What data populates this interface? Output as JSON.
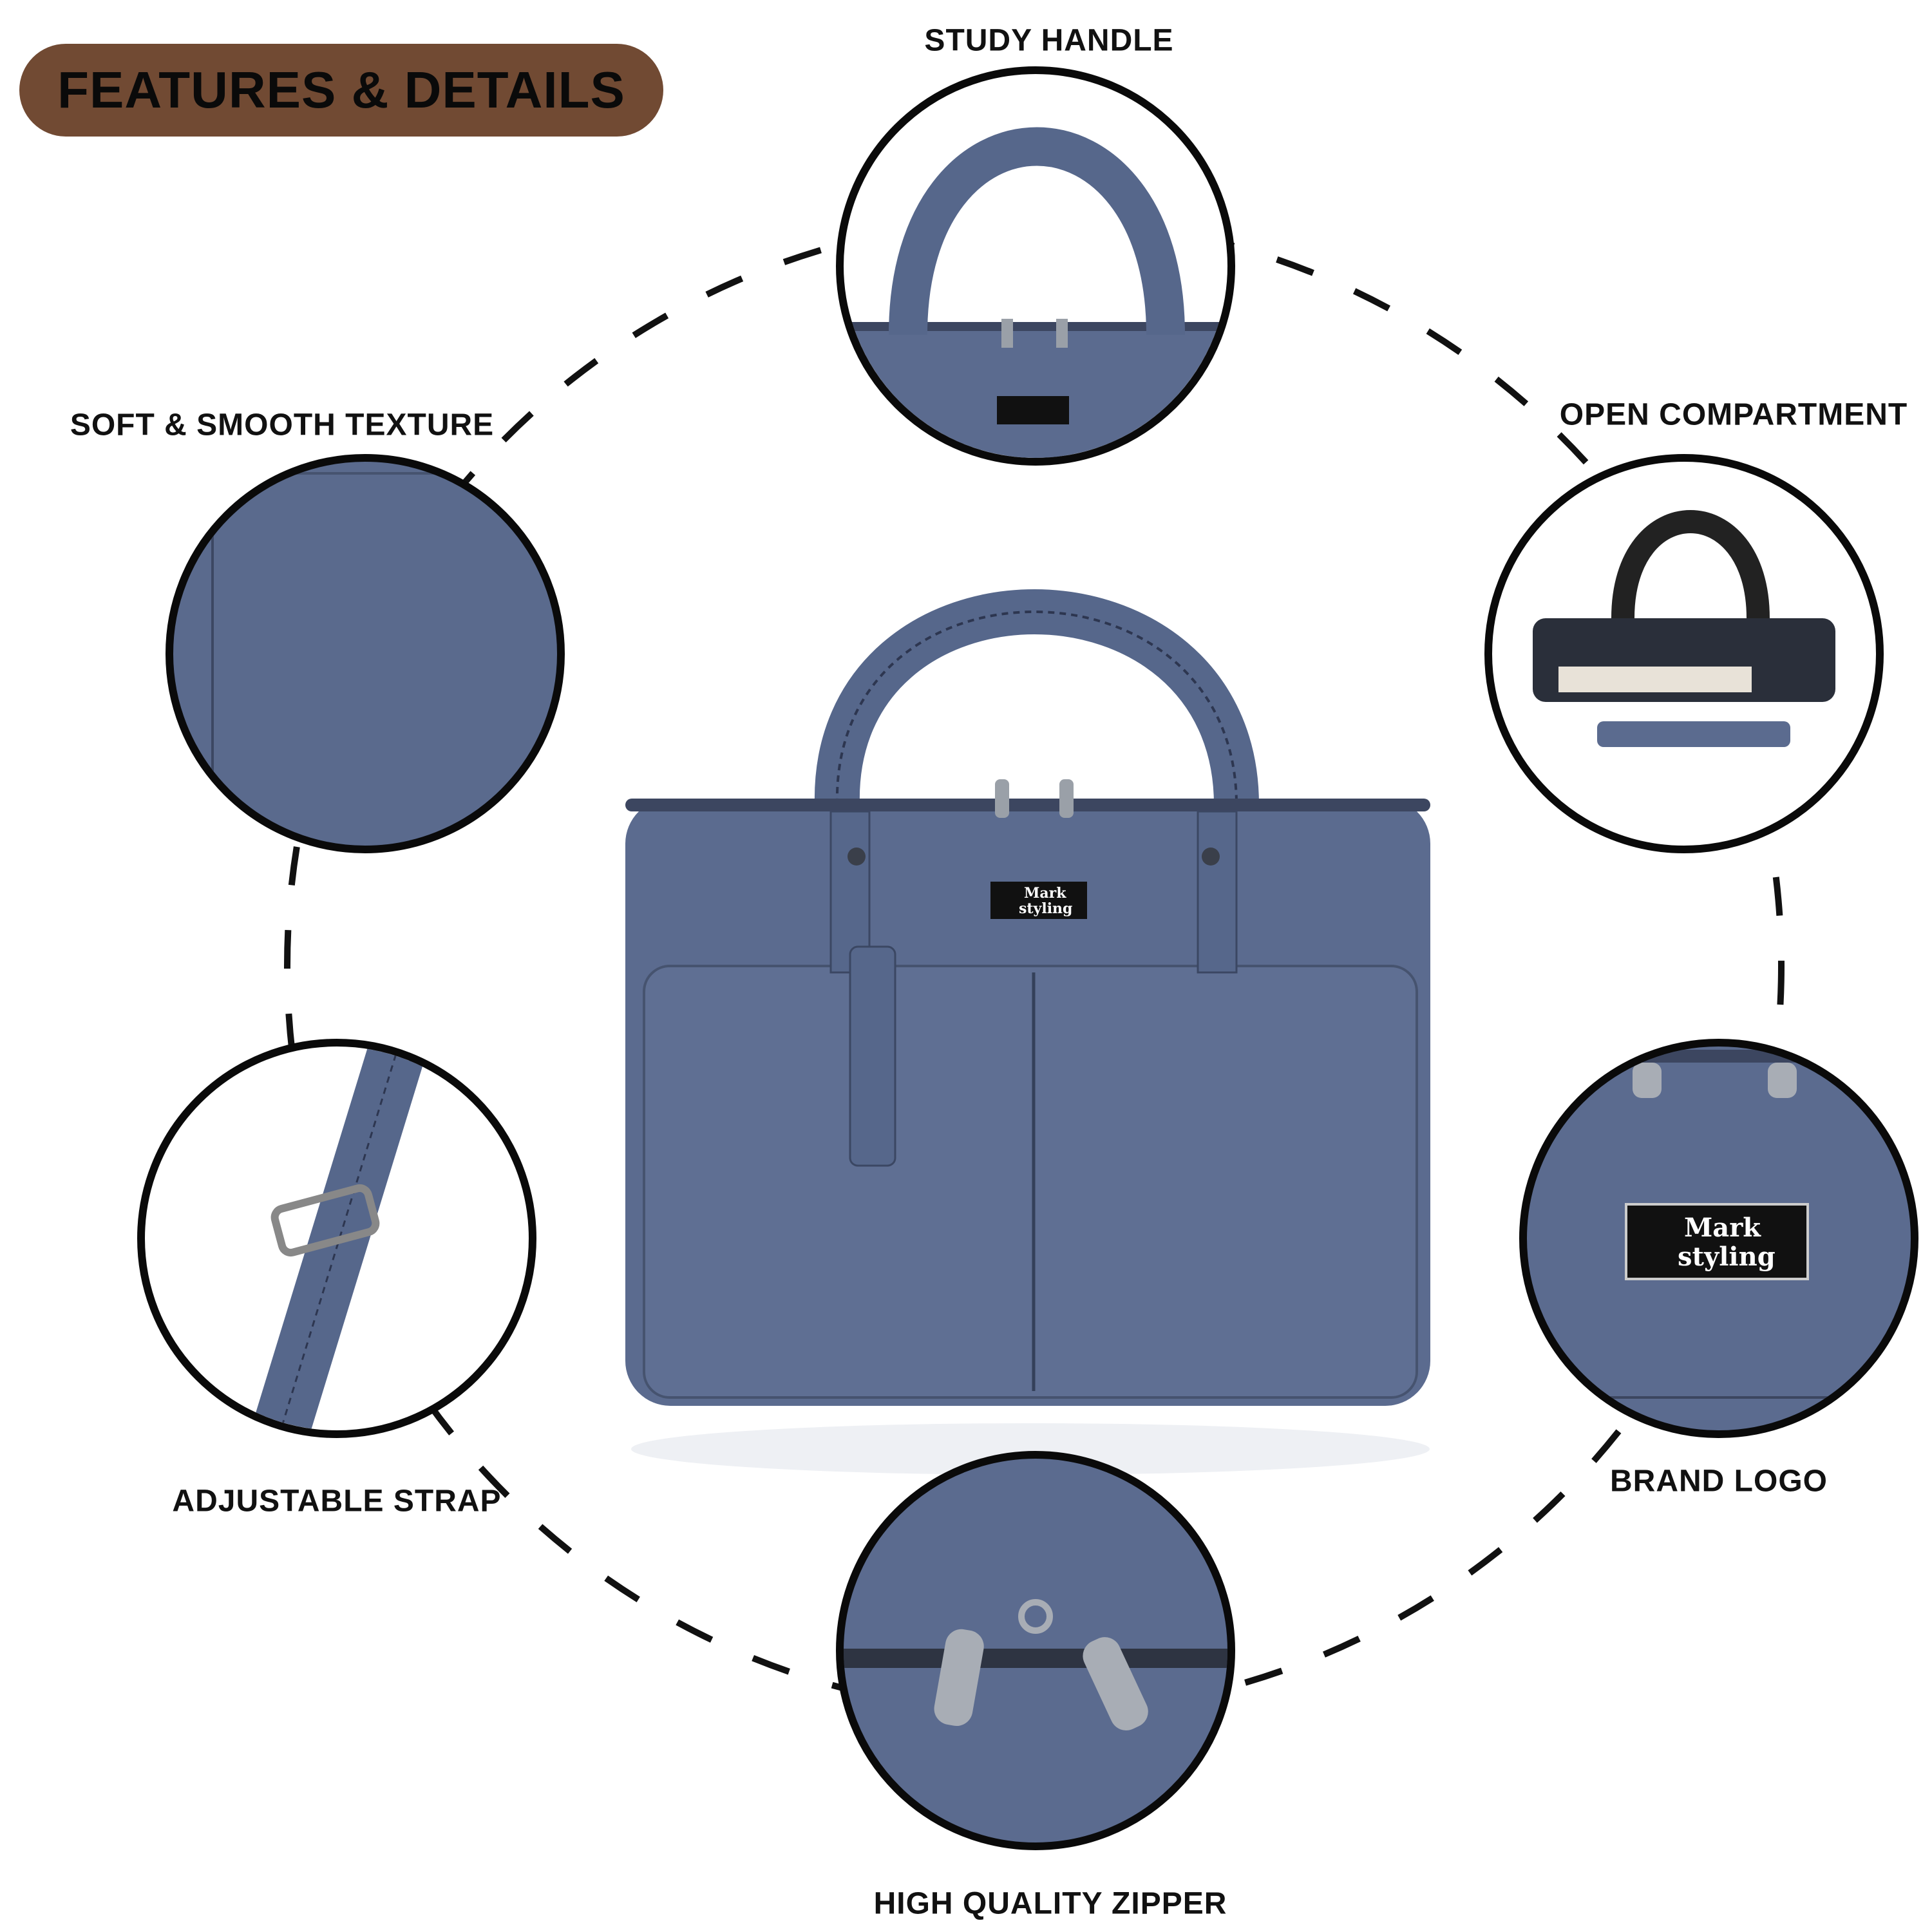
{
  "header": {
    "title": "FEATURES & DETAILS"
  },
  "features": [
    {
      "id": "study-handle",
      "label": "STUDY HANDLE"
    },
    {
      "id": "soft-texture",
      "label": "SOFT & SMOOTH TEXTURE"
    },
    {
      "id": "open-compartment",
      "label": "OPEN COMPARTMENT"
    },
    {
      "id": "adjustable-strap",
      "label": "ADJUSTABLE STRAP"
    },
    {
      "id": "brand-logo",
      "label": "BRAND LOGO"
    },
    {
      "id": "high-quality-zipper",
      "label": "HIGH QUALITY ZIPPER"
    }
  ],
  "brand": {
    "line1": "Mark",
    "line2": "styling"
  },
  "colors": {
    "pill": "#714a33",
    "leather": "#5b6b8f",
    "ring": "#0a0a0a",
    "text": "#111111"
  }
}
